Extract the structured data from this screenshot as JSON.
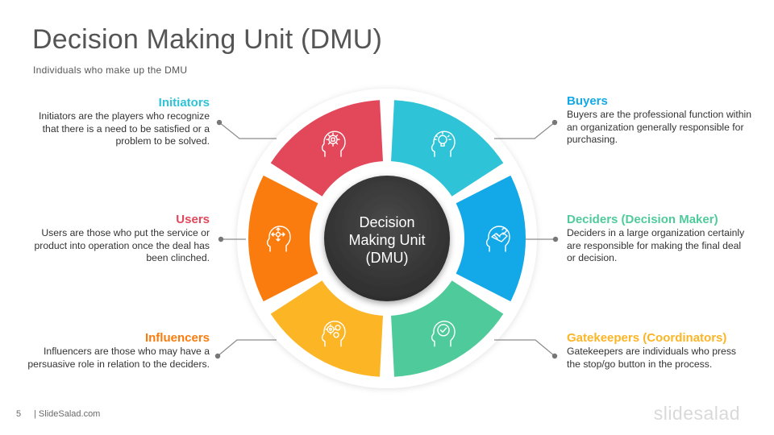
{
  "title": "Decision Making Unit (DMU)",
  "subtitle": "Individuals who make up the DMU",
  "center": {
    "line1": "Decision",
    "line2": "Making Unit",
    "line3": "(DMU)",
    "color": "#3d3d3d"
  },
  "roles": [
    {
      "key": "initiators",
      "title": "Initiators",
      "description": "Initiators are the players who recognize that there is a need to be satisfied or a problem to be solved.",
      "color": "#2EC3D6",
      "icon": "head-lightbulb-icon"
    },
    {
      "key": "buyers",
      "title": "Buyers",
      "description": "Buyers are the professional  function within an organization  generally responsible  for purchasing.",
      "color": "#13A8E8",
      "icon": "head-handshake-icon"
    },
    {
      "key": "deciders",
      "title": "Deciders (Decision Maker)",
      "description": "Deciders in a large organization certainly are responsible for making the final deal or decision.",
      "color": "#4FCB9B",
      "icon": "head-checkmark-icon"
    },
    {
      "key": "gatekeepers",
      "title": "Gatekeepers (Coordinators)",
      "description": "Gatekeepers are individuals  who press the stop/go button in the process.",
      "color": "#FBB525",
      "icon": "head-gears-icon"
    },
    {
      "key": "influencers",
      "title": "Influencers",
      "description": "Influencers are those who may have a persuasive role in relation to the deciders.",
      "color": "#FA7C0E",
      "icon": "head-arrows-icon"
    },
    {
      "key": "users",
      "title": "Users",
      "description": "Users are those who put the service or product into operation once the deal has been clinched.",
      "color": "#E2475A",
      "icon": "head-gear-icon"
    }
  ],
  "footer": {
    "page": "5",
    "site": "| SlideSalad.com",
    "logo": "slidesalad"
  }
}
